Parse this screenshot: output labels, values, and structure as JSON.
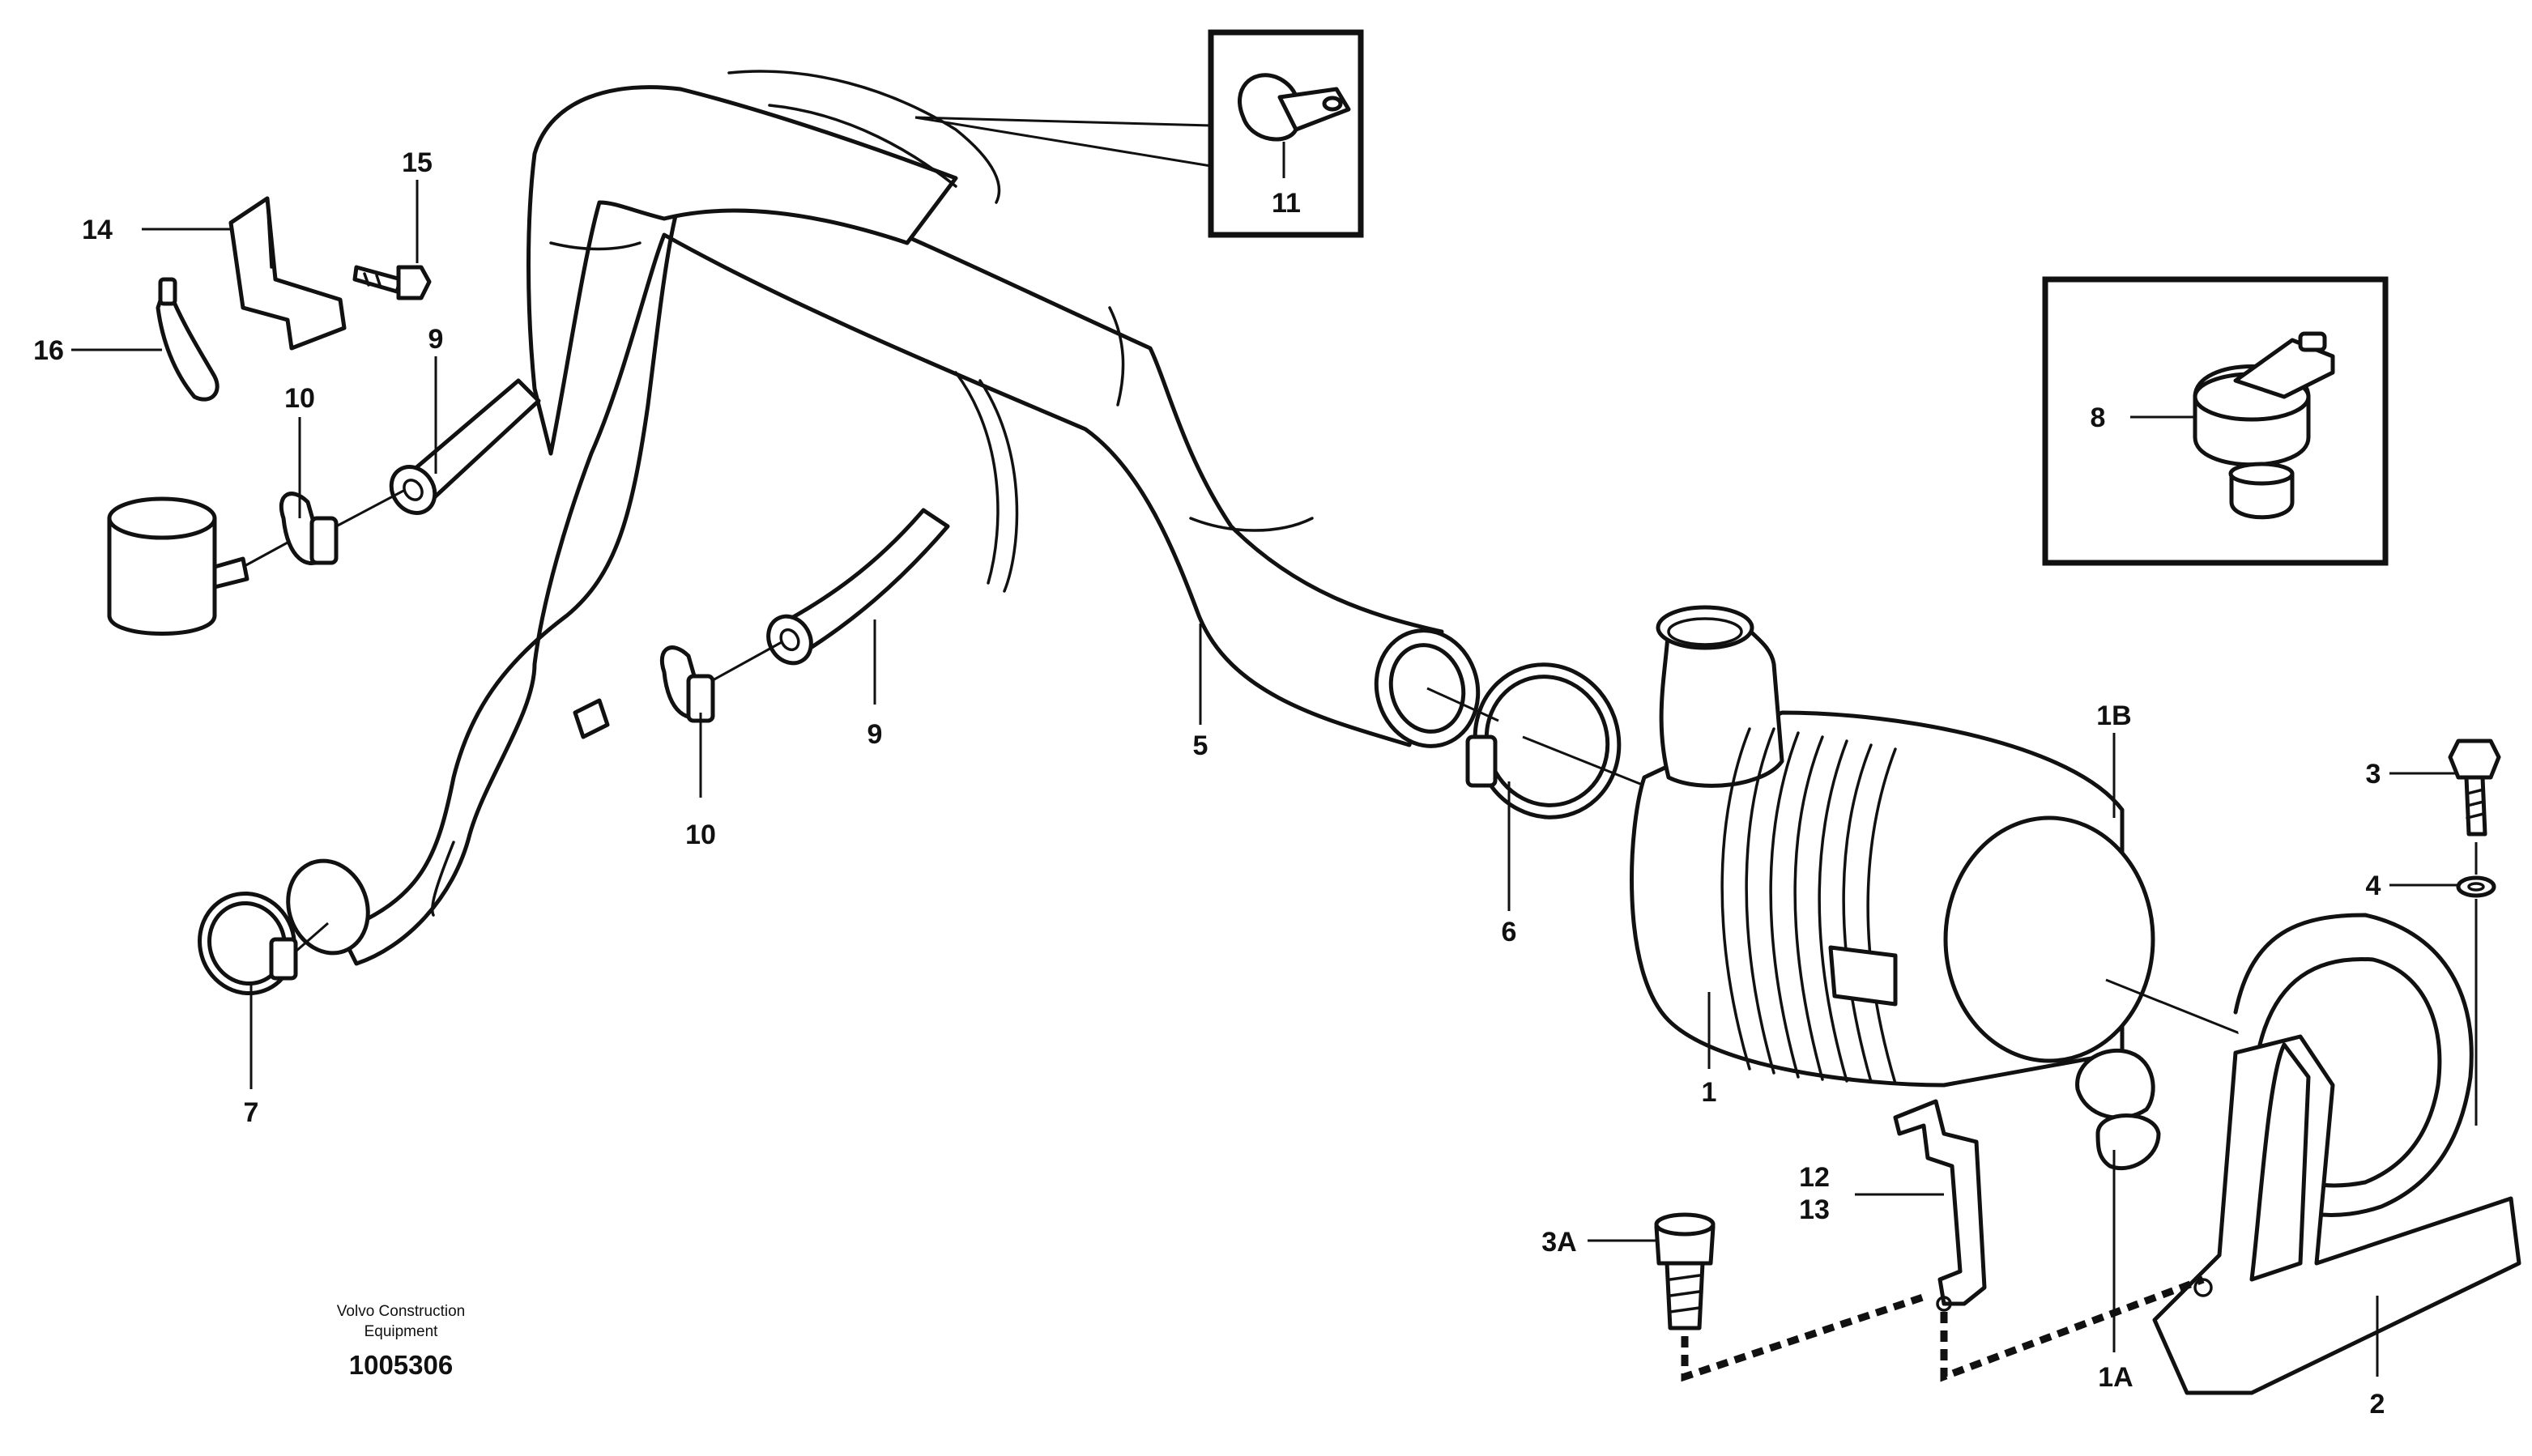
{
  "callouts": {
    "c1": "1",
    "c1A": "1A",
    "c1B": "1B",
    "c2": "2",
    "c3": "3",
    "c3A": "3A",
    "c4": "4",
    "c5": "5",
    "c6": "6",
    "c7": "7",
    "c8": "8",
    "c9_upper": "9",
    "c9_lower": "9",
    "c10_upper": "10",
    "c10_lower": "10",
    "c11": "11",
    "c12": "12",
    "c13": "13",
    "c14": "14",
    "c15": "15",
    "c16": "16"
  },
  "footer": {
    "brand_line1": "Volvo Construction",
    "brand_line2": "Equipment",
    "document_number": "1005306"
  }
}
